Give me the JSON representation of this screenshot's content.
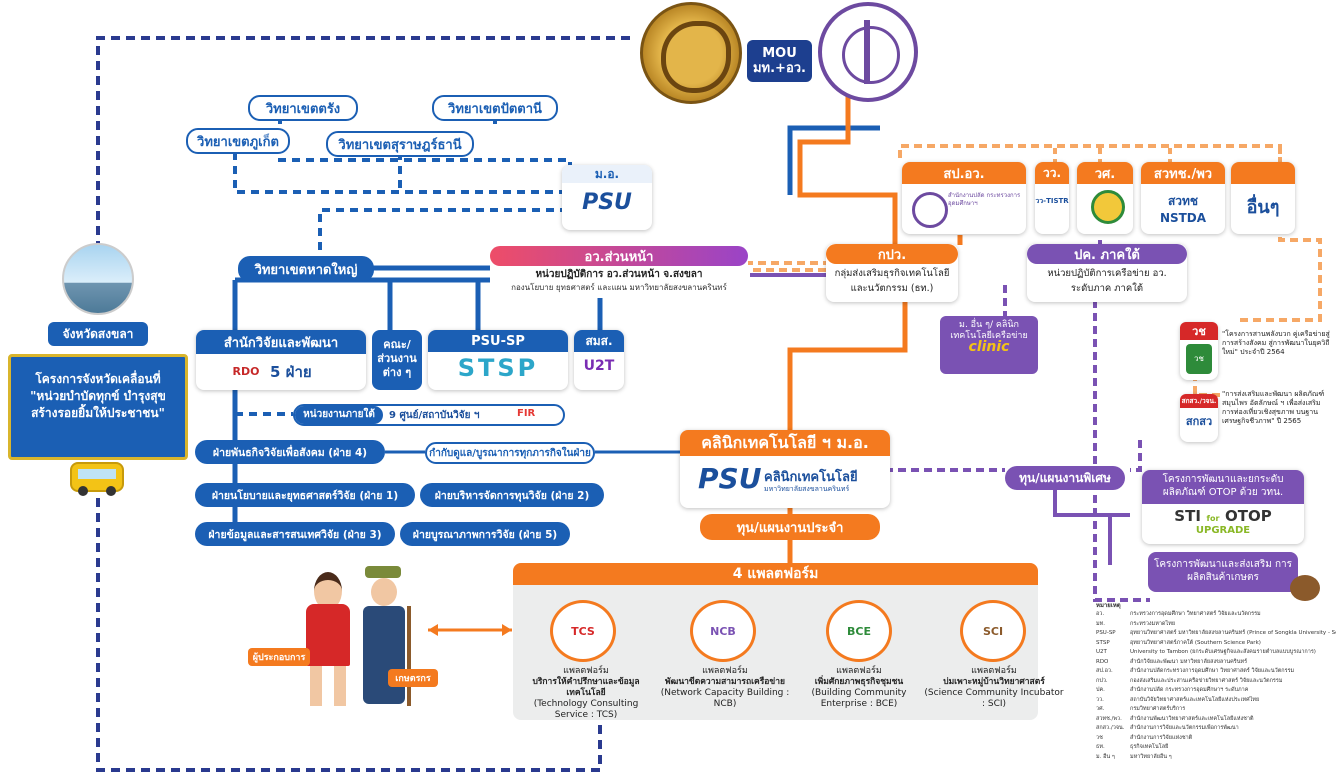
{
  "mou": {
    "line1": "MOU",
    "line2": "มท.+อว."
  },
  "campuses": {
    "trang": "วิทยาเขตตรัง",
    "pattani": "วิทยาเขตปัตตานี",
    "phuket": "วิทยาเขตภูเก็ต",
    "surat": "วิทยาเขตสุราษฎร์ธานี",
    "hatyai": "วิทยาเขตหาดใหญ่"
  },
  "psu": {
    "header": "ม.อ.",
    "logo": "PSU"
  },
  "agencies": {
    "tspo": "สป.อว.",
    "tspo_logo_text": "สำนักงานปลัด กระทรวงการอุดมศึกษาฯ",
    "tistr": "วว.",
    "tistr_logo": "วว-TISTR",
    "wt": "วศ.",
    "nstda": "สวทช./พว",
    "nstda_logo": "สวทช NSTDA",
    "others": "อื่นๆ"
  },
  "forward": {
    "header": "อว.ส่วนหน้า",
    "line1": "หน่วยปฏิบัติการ อว.ส่วนหน้า จ.สงขลา",
    "line2": "กองนโยบาย ยุทธศาสตร์ และแผน มหาวิทยาลัยสงขลานครินทร์"
  },
  "kpw": {
    "header": "กปว.",
    "line1": "กลุ่มส่งเสริมธุรกิจเทคโนโลยี",
    "line2": "และนวัตกรรม (ธท.)"
  },
  "south": {
    "header": "ปค. ภาคใต้",
    "line1": "หน่วยปฏิบัติการเครือข่าย อว.",
    "line2": "ระดับภาค ภาคใต้"
  },
  "province": {
    "name": "จังหวัดสงขลา",
    "project": "โครงการจังหวัดเคลื่อนที่ \"หน่วยบำบัดทุกข์ บำรุงสุข สร้างรอยยิ้มให้ประชาชน\""
  },
  "rdo": {
    "header": "สำนักวิจัยและพัฒนา",
    "count": "5 ฝ่าย",
    "logo": "RDO"
  },
  "faculty": {
    "label": "คณะ/ ส่วนงาน ต่าง ๆ"
  },
  "psusp": {
    "header": "PSU-SP",
    "logo": "STSP"
  },
  "sms": {
    "header": "สมส.",
    "logo": "U2T"
  },
  "institutes": {
    "label": "หน่วยงานภายใต้",
    "count": "9 ศูนย์/สถาบันวิจัย ฯ",
    "logo": "FIR"
  },
  "divisions": {
    "d4": "ฝ่ายพันธกิจวิจัยเพื่อสังคม (ฝ่าย 4)",
    "d1": "ฝ่ายนโยบายและยุทธศาสตร์วิจัย (ฝ่าย 1)",
    "d2": "ฝ่ายบริหารจัดการทุนวิจัย (ฝ่าย 2)",
    "d3": "ฝ่ายข้อมูลและสารสนเทศวิจัย (ฝ่าย 3)",
    "d5": "ฝ่ายบูรณาภาพการวิจัย (ฝ่าย 5)",
    "supervise": "กำกับดูแล/บูรณาการทุกภารกิจในฝ่าย"
  },
  "clinic": {
    "header": "คลินิกเทคโนโลยี ฯ ม.อ.",
    "logo_main": "PSU",
    "logo_text": "คลินิกเทคโนโลยี",
    "logo_sub": "มหาวิทยาลัยสงขลานครินทร์"
  },
  "other_uni": {
    "label": "ม. อื่น ๆ/ คลินิกเทคโนโลยีเครือข่าย",
    "logo": "clinic"
  },
  "special_fund": "ทุน/แผนงานพิเศษ",
  "regular_fund": "ทุน/แผนงานประจำ",
  "otop": {
    "label": "โครงการพัฒนาและยกระดับ ผลิตภัณฑ์ OTOP ด้วย วทน.",
    "logo1": "STI",
    "logo2": "for",
    "logo3": "OTOP",
    "logo4": "UPGRADE"
  },
  "agri": {
    "label": "โครงการพัฒนาและส่งเสริม การผลิตสินค้าเกษตร"
  },
  "wch": {
    "header": "วช",
    "logo": "วช",
    "text": "\"โครงการสานพลังบวก คู่เครือข่ายสู่การสร้างสังคม สู่การพัฒนาในยุควิถีใหม่\" ประจำปี 2564"
  },
  "sks": {
    "header": "สกสว./วจน.",
    "logo": "สกสว",
    "text": "\"การส่งเสริมและพัฒนา ผลิตภัณฑ์สมุนไพร อัตลักษณ์ ฯ เพื่อส่งเสริม การท่องเที่ยวเชิงสุขภาพ บนฐานเศรษฐกิจชีวภาพ\" ปี 2565"
  },
  "platforms": {
    "header": "4 แพลตฟอร์ม",
    "items": [
      {
        "icon": "TCS",
        "pre": "แพลตฟอร์ม",
        "name": "บริการให้คำปรึกษาและข้อมูลเทคโนโลยี",
        "en": "(Technology Consulting Service : TCS)"
      },
      {
        "icon": "NCB",
        "pre": "แพลตฟอร์ม",
        "name": "พัฒนาขีดความสามารถเครือข่าย",
        "en": "(Network Capacity Building : NCB)"
      },
      {
        "icon": "BCE",
        "pre": "แพลตฟอร์ม",
        "name": "เพิ่มศักยภาพธุรกิจชุมชน",
        "en": "(Building Community Enterprise : BCE)"
      },
      {
        "icon": "SCI",
        "pre": "แพลตฟอร์ม",
        "name": "บ่มเพาะหมู่บ้านวิทยาศาสตร์",
        "en": "(Science Community Incubator : SCI)"
      }
    ]
  },
  "people": {
    "entrepreneur": "ผู้ประกอบการ",
    "farmer": "เกษตรกร"
  },
  "legend": {
    "title": "หมายเหตุ",
    "rows": [
      [
        "อว.",
        "กระทรวงการอุดมศึกษา วิทยาศาสตร์ วิจัยและนวัตกรรม"
      ],
      [
        "มท.",
        "กระทรวงมหาดไทย"
      ],
      [
        "PSU-SP",
        "อุทยานวิทยาศาสตร์ มหาวิทยาลัยสงขลานครินทร์ (Prince of Songkla University - Science Park)"
      ],
      [
        "STSP",
        "อุทยานวิทยาศาสตร์ภาคใต้ (Southern Science Park)"
      ],
      [
        "U2T",
        "University to Tambon (ยกระดับเศรษฐกิจและสังคมรายตำบลแบบบูรณาการ)"
      ],
      [
        "RDO",
        "สำนักวิจัยและพัฒนา มหาวิทยาลัยสงขลานครินทร์"
      ],
      [
        "สป.อว.",
        "สำนักงานปลัดกระทรวงการอุดมศึกษา วิทยาศาสตร์ วิจัยและนวัตกรรม"
      ],
      [
        "กปว.",
        "กองส่งเสริมและประสานเครือข่ายวิทยาศาสตร์ วิจัยและนวัตกรรม"
      ],
      [
        "ปค.",
        "สำนักงานปลัด กระทรวงการอุดมศึกษาฯ ระดับภาค"
      ],
      [
        "วว.",
        "สถาบันวิจัยวิทยาศาสตร์และเทคโนโลยีแห่งประเทศไทย"
      ],
      [
        "วศ.",
        "กรมวิทยาศาสตร์บริการ"
      ],
      [
        "สวทช./พว.",
        "สำนักงานพัฒนาวิทยาศาสตร์และเทคโนโลยีแห่งชาติ"
      ],
      [
        "สกสว./วจน.",
        "สำนักงานการวิจัยและนวัตกรรมเพื่อการพัฒนา"
      ],
      [
        "วช",
        "สำนักงานการวิจัยแห่งชาติ"
      ],
      [
        "ธท.",
        "ธุรกิจเทคโนโลยี"
      ],
      [
        "ม. อื่น ๆ",
        "มหาวิทยาลัยอื่น ๆ"
      ]
    ]
  },
  "colors": {
    "blue": "#1b5fb4",
    "orange": "#f47a1f",
    "purple": "#7a52b3",
    "navy": "#2a3a8f",
    "peach": "#f6a866"
  }
}
